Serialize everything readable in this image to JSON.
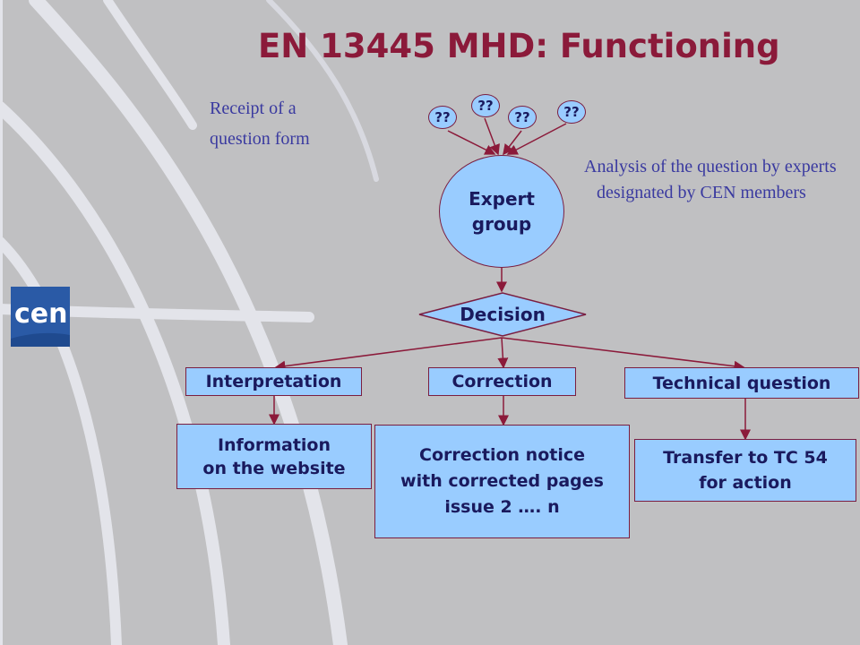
{
  "slide": {
    "title": "EN 13445 MHD: Functioning"
  },
  "logo": {
    "text": "cen",
    "color": "#2a5aa6"
  },
  "colors": {
    "background": "#c0c0c2",
    "node_fill": "#99ccff",
    "node_border": "#7a1e40",
    "node_text": "#1a1a5e",
    "title": "#8b1a3a",
    "note_text": "#3a3aa0",
    "arrow": "#8b1a3a"
  },
  "diagram": {
    "receipt_note": "Receipt of a\nquestion form",
    "questions": [
      "??",
      "??",
      "??",
      "??"
    ],
    "analysis_note": "Analysis of the question by experts designated by CEN members",
    "expert_group": "Expert\ngroup",
    "decision": "Decision",
    "branches": [
      {
        "label": "Interpretation",
        "outcome": "Information\non the website"
      },
      {
        "label": "Correction",
        "outcome": "Correction notice\nwith corrected pages\nissue 2 …. n"
      },
      {
        "label": "Technical question",
        "outcome": "Transfer to TC 54\nfor action"
      }
    ]
  }
}
